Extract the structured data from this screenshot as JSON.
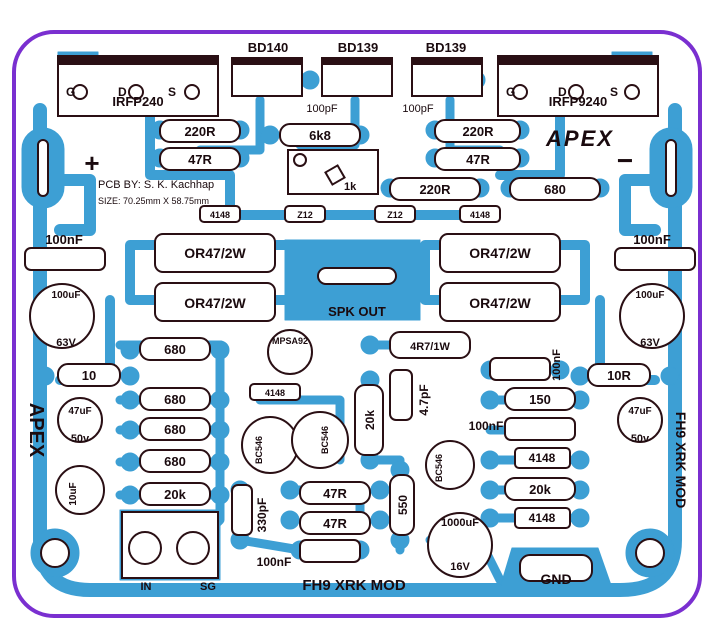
{
  "colors": {
    "copper": "#3d9fd4",
    "silk": "#2a0f14",
    "board": "#ffffff",
    "outline": "#7a2fd0",
    "mask": "#ffffff"
  },
  "labels": {
    "bd140": "BD140",
    "bd139_a": "BD139",
    "bd139_b": "BD139",
    "irfp240": "IRFP240",
    "irfp9240": "IRFP9240",
    "g_left": "G",
    "d_left": "D",
    "s_left": "S",
    "g_right": "G",
    "d_right": "D",
    "s_right": "S",
    "c100p_left": "100pF",
    "c100p_right": "100pF",
    "r220_left": "220R",
    "r47_left": "47R",
    "r6k8": "6k8",
    "r220_right": "220R",
    "r47_right": "47R",
    "pot": "1k",
    "r220_mid": "220R",
    "r680_top": "680",
    "pcb_by": "PCB BY: S. K. Kachhap",
    "size": "SIZE: 70.25mm X 58.75mm",
    "apex_top": "APEX",
    "plus_sign": "+",
    "minus_sign": "−",
    "d4148_a": "4148",
    "z12_a": "Z12",
    "z12_b": "Z12",
    "d4148_b": "4148",
    "c100n_left": "100nF",
    "c100n_right": "100nF",
    "or47_tl": "OR47/2W",
    "or47_bl": "OR47/2W",
    "or47_tr": "OR47/2W",
    "or47_br": "OR47/2W",
    "spk_out": "SPK OUT",
    "c100u_left": "100uF",
    "c100u_right": "100uF",
    "v63_left": "63V",
    "v63_right": "63V",
    "r680_a": "680",
    "mpsa92": "MPSA92",
    "r4r7": "4R7/1W",
    "c100n_vert": "100nF",
    "r10_left": "10",
    "r10r_right": "10R",
    "d4148_c": "4148",
    "r680_b": "680",
    "r680_c": "680",
    "r680_d": "680",
    "r20k_left": "20k",
    "bc546_a": "BC546",
    "bc546_b": "BC546",
    "r20k_vert": "20k",
    "c47p": "4.7pF",
    "r150": "150",
    "c100n_mid": "100nF",
    "c47u_left": "47uF",
    "v50_left": "50v",
    "c47u_right": "47uF",
    "v50_right": "50v",
    "bc546_c": "BC546",
    "d4148_d": "4148",
    "r20k_right": "20k",
    "d4148_e": "4148",
    "c10u": "10uF",
    "c330p": "330pF",
    "r47r_a": "47R",
    "r47r_b": "47R",
    "r550": "550",
    "c1000u": "1000uF",
    "v16": "16V",
    "c100n_bot": "100nF",
    "in_label": "IN",
    "sg_label": "SG",
    "title": "FH9 XRK MOD",
    "gnd": "GND",
    "apex_side": "APEX",
    "side_text": "FH9 XRK MOD"
  }
}
